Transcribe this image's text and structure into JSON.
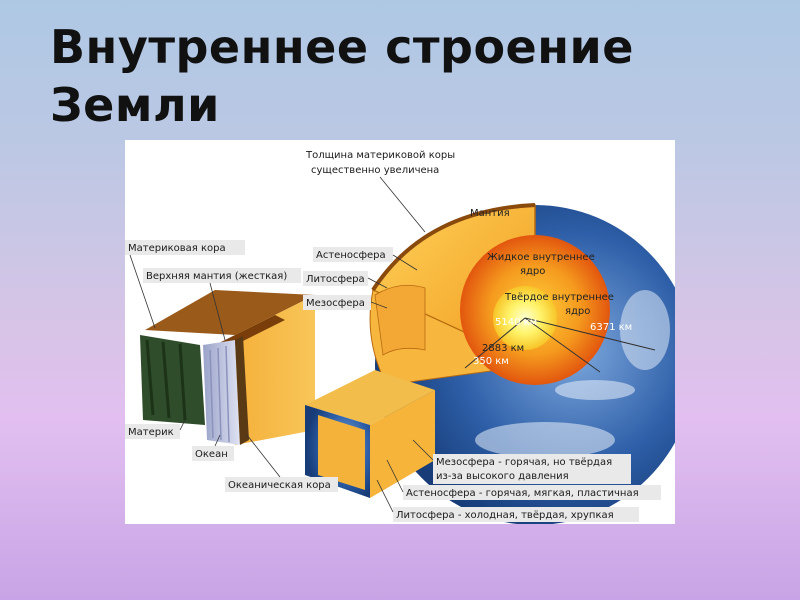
{
  "slide": {
    "title_line1": "Внутреннее строение",
    "title_line2": "Земли"
  },
  "diagram": {
    "top_note_line1": "Толщина материковой коры",
    "top_note_line2": "существенно увеличена",
    "labels": {
      "continental_crust": "Материковая кора",
      "upper_mantle": "Верхняя мантия (жесткая)",
      "asthenosphere": "Астеносфера",
      "lithosphere": "Литосфера",
      "mesosphere": "Мезосфера",
      "continent": "Материк",
      "ocean": "Океан",
      "oceanic_crust": "Океаническая кора",
      "mantle": "Мантия",
      "liquid_core_line1": "Жидкое внутреннее",
      "liquid_core_line2": "ядро",
      "solid_core_line1": "Твёрдое внутреннее",
      "solid_core_line2": "ядро",
      "km_5140": "5140 км",
      "km_6371": "6371 км",
      "km_2883": "2883 км",
      "km_350": "350 км",
      "meso_desc_line1": "Мезосфера - горячая, но твёрдая",
      "meso_desc_line2": "из-за высокого давления",
      "astheno_desc": "Астеносфера - горячая, мягкая, пластичная",
      "litho_desc": "Литосфера - холодная, твёрдая, хрупкая"
    },
    "colors": {
      "ocean_blue": "#2e5fa8",
      "mantle_orange": "#f5a623",
      "core_yellow": "#fff36a",
      "crust_green": "#2f4d2a"
    }
  }
}
